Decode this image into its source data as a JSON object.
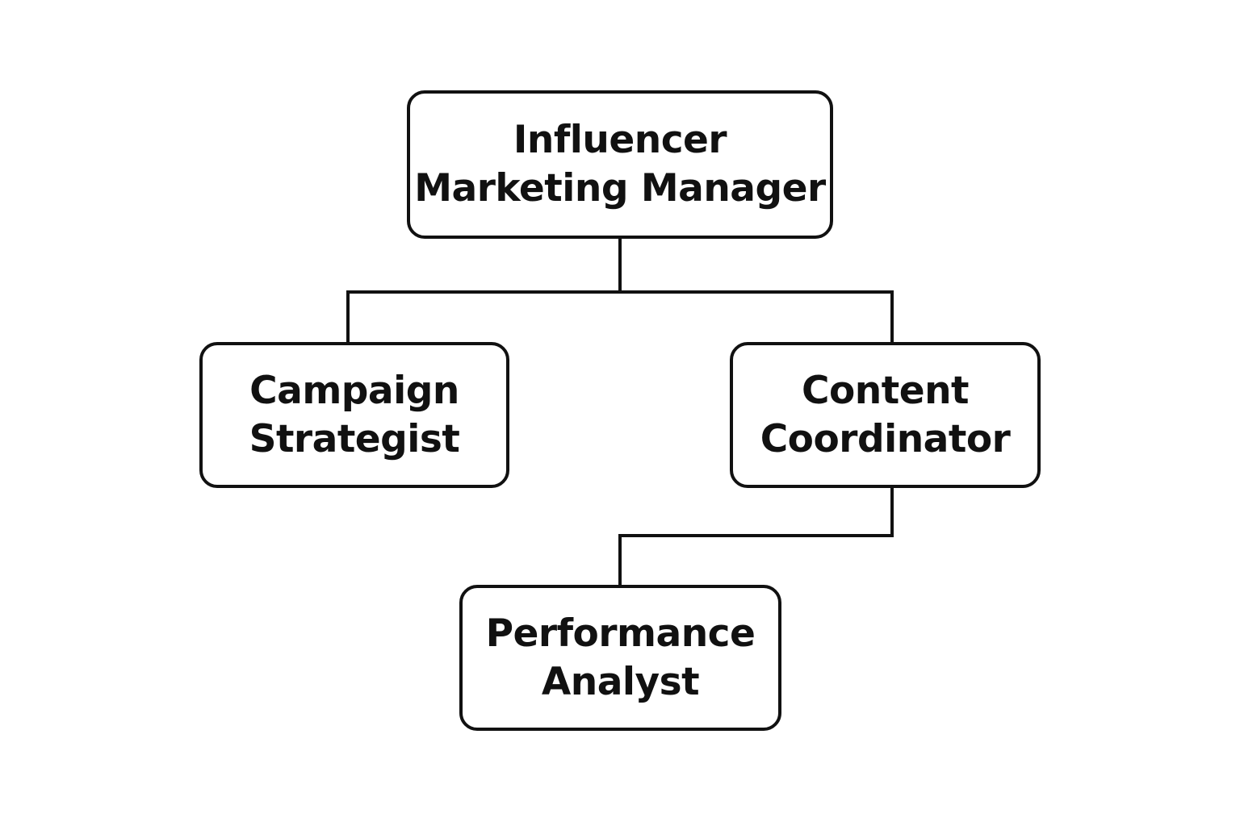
{
  "diagram": {
    "nodes": [
      {
        "id": "manager",
        "lines": [
          "Influencer",
          "Marketing Manager"
        ]
      },
      {
        "id": "strategist",
        "lines": [
          "Campaign",
          "Strategist"
        ]
      },
      {
        "id": "coordinator",
        "lines": [
          "Content",
          "Coordinator"
        ]
      },
      {
        "id": "analyst",
        "lines": [
          "Performance",
          "Analyst"
        ]
      }
    ],
    "edges": [
      {
        "from": "manager",
        "to": "strategist"
      },
      {
        "from": "manager",
        "to": "coordinator"
      },
      {
        "from": "coordinator",
        "to": "analyst"
      }
    ],
    "colors": {
      "stroke": "#111111",
      "background": "#ffffff",
      "text": "#111111"
    }
  }
}
